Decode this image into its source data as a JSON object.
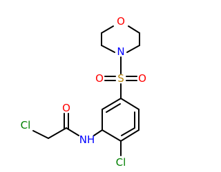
{
  "molecule": {
    "atoms": {
      "O_morpholine": {
        "label": "O",
        "color": "#ff0000"
      },
      "N_morpholine": {
        "label": "N",
        "color": "#0000ff"
      },
      "S_sulfonyl": {
        "label": "S",
        "color": "#b8860b"
      },
      "O_sulfonyl_left": {
        "label": "O",
        "color": "#ff0000"
      },
      "O_sulfonyl_right": {
        "label": "O",
        "color": "#ff0000"
      },
      "O_carbonyl": {
        "label": "O",
        "color": "#ff0000"
      },
      "NH_amide": {
        "label": "NH",
        "color": "#0000ff"
      },
      "Cl_alkyl": {
        "label": "Cl",
        "color": "#008000"
      },
      "Cl_aryl": {
        "label": "Cl",
        "color": "#008000"
      }
    },
    "bond_color": "#000000"
  }
}
